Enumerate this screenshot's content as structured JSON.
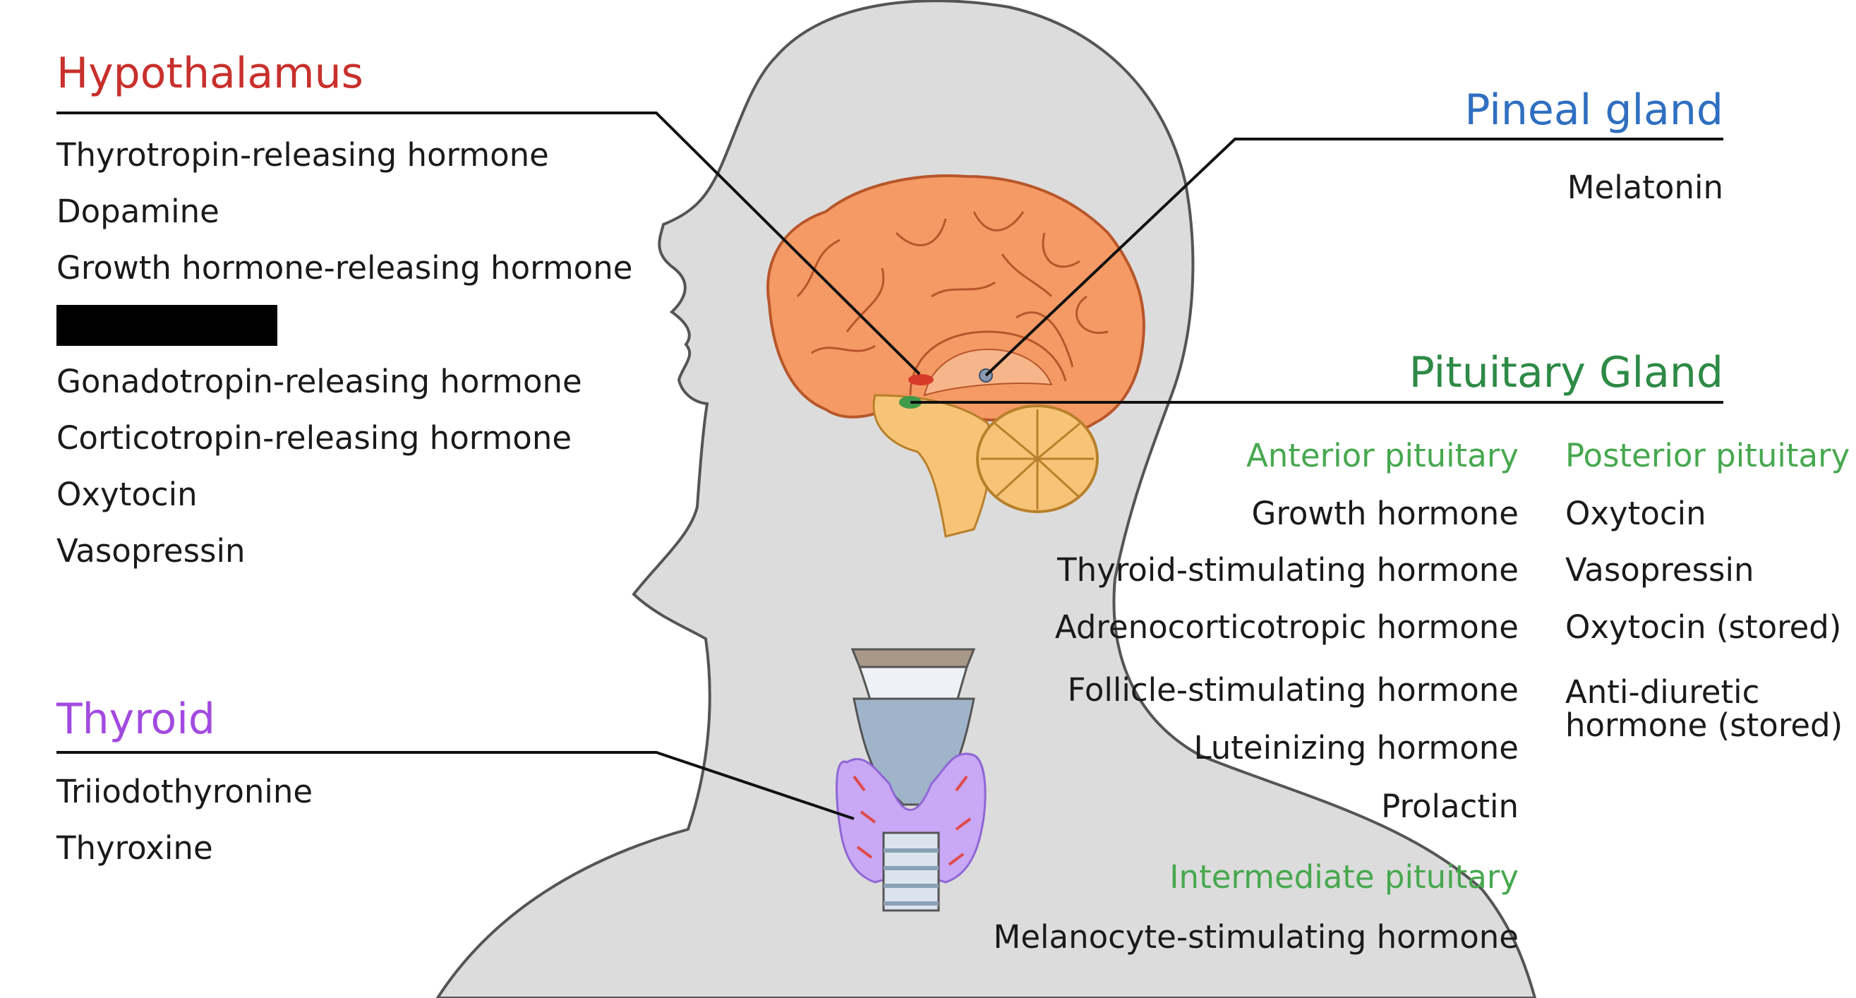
{
  "colors": {
    "hypothalamus": "#c8302c",
    "pineal": "#2f6fc0",
    "pituitary": "#2d8a46",
    "pituitary_sub": "#47a84f",
    "thyroid": "#a24ae0",
    "text": "#1a1a1a",
    "silhouette": "#dcdcdc",
    "brain": "#f59a64",
    "cerebellum": "#f7c477"
  },
  "hypothalamus": {
    "title": "Hypothalamus",
    "items": [
      "Thyrotropin-releasing hormone",
      "Dopamine",
      "Growth hormone-releasing hormone",
      "Gonadotropin-releasing hormone",
      "Corticotropin-releasing hormone",
      "Oxytocin",
      "Vasopressin"
    ]
  },
  "pineal": {
    "title": "Pineal gland",
    "items": [
      "Melatonin"
    ]
  },
  "pituitary": {
    "title": "Pituitary Gland",
    "anterior": {
      "title": "Anterior pituitary",
      "items": [
        "Growth hormone",
        "Thyroid-stimulating hormone",
        "Adrenocorticotropic hormone",
        "Follicle-stimulating hormone",
        "Luteinizing hormone",
        "Prolactin"
      ]
    },
    "posterior": {
      "title": "Posterior pituitary",
      "items": [
        "Oxytocin",
        "Vasopressin",
        "Oxytocin (stored)",
        "Anti-diuretic",
        "hormone (stored)"
      ]
    },
    "intermediate": {
      "title": "Intermediate pituitary",
      "items": [
        "Melanocyte-stimulating hormone"
      ]
    }
  },
  "thyroid": {
    "title": "Thyroid",
    "items": [
      "Triiodothyronine",
      "Thyroxine"
    ]
  }
}
